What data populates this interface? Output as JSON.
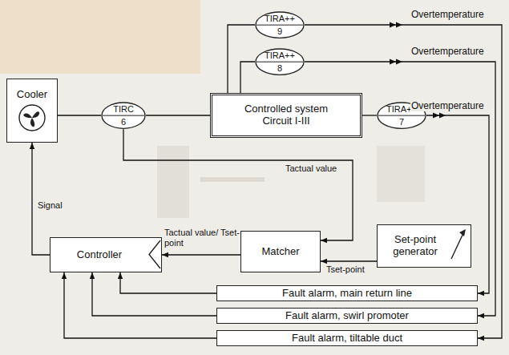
{
  "diagram": {
    "nodes": [
      {
        "text": [
          "TIRA++",
          "9"
        ]
      },
      {
        "text": [
          "TIRA++",
          "8"
        ]
      },
      {
        "text": [
          "Cooler"
        ]
      },
      {
        "text": [
          "TIRC",
          "6"
        ]
      },
      {
        "text": [
          "Controlled system",
          "Circuit I-III"
        ]
      },
      {
        "text": [
          "TIRA++",
          "7"
        ]
      },
      {
        "text": [
          "Controller"
        ]
      },
      {
        "text": [
          "Matcher"
        ]
      },
      {
        "text": [
          "Set-point generator"
        ]
      },
      {
        "text": [
          "Fault alarm, main return line"
        ]
      },
      {
        "text": [
          "Fault alarm, swirl promoter"
        ]
      },
      {
        "text": [
          "Fault alarm, tiltable duct"
        ]
      }
    ],
    "edges": [
      {
        "from": 2,
        "to": 3,
        "arrow": "none"
      },
      {
        "from": 3,
        "to": 4,
        "arrow": "none"
      },
      {
        "from": 4,
        "to": 0,
        "arrow": "none"
      },
      {
        "from": 4,
        "to": 1,
        "arrow": "none"
      },
      {
        "from": 4,
        "to": 5,
        "arrow": "none"
      },
      {
        "from": 3,
        "to": 7,
        "label": "Tactual value",
        "arrow": "to"
      },
      {
        "from": 8,
        "to": 7,
        "label": "Tset-point",
        "arrow": "to"
      },
      {
        "from": 7,
        "to": 6,
        "label": "Tactual value/ Tset-point",
        "arrow": "to"
      },
      {
        "from": 6,
        "to": 2,
        "label": "Signal",
        "arrow": "to"
      },
      {
        "from": 9,
        "to": 6,
        "arrow": "to"
      },
      {
        "from": 10,
        "to": 6,
        "arrow": "to"
      },
      {
        "from": 11,
        "to": 6,
        "arrow": "to"
      },
      {
        "from": 5,
        "to": 9,
        "arrow": "to"
      },
      {
        "from": 1,
        "to": 10,
        "arrow": "to"
      },
      {
        "from": 0,
        "to": 11,
        "arrow": "to"
      }
    ],
    "labels": [
      "Overtemperature",
      "Overtemperature",
      "Overtemperature"
    ]
  }
}
